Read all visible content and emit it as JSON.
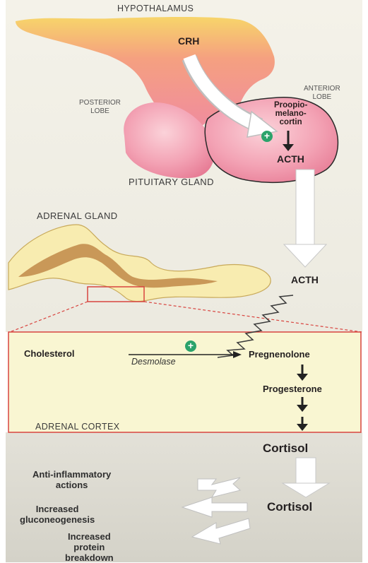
{
  "hypothalamus": "HYPOTHALAMUS",
  "crh": "CRH",
  "posterior_lobe": "POSTERIOR\nLOBE",
  "anterior_lobe": "ANTERIOR\nLOBE",
  "proopiomelanocortin": "Proopio-\nmelano-\ncortin",
  "acth_pituitary": "ACTH",
  "pituitary_gland": "PITUITARY GLAND",
  "adrenal_gland": "ADRENAL GLAND",
  "acth_adrenal": "ACTH",
  "cholesterol": "Cholesterol",
  "desmolase": "Desmolase",
  "pregnenolone": "Pregnenolone",
  "progesterone": "Progesterone",
  "adrenal_cortex": "ADRENAL CORTEX",
  "cortisol_out": "Cortisol",
  "cortisol_target": "Cortisol",
  "effects": [
    "Anti-inflammatory\nactions",
    "Increased\ngluconeogenesis",
    "Increased\nprotein\nbreakdown"
  ],
  "plus_symbol": "+",
  "colors": {
    "pituitary_pink": "#f29bb0",
    "adrenal_yellow": "#f8ecb0",
    "adrenal_medulla": "#c99858",
    "cortex_box": "#f9f6d2",
    "box_border": "#d8443f",
    "plus_green": "#2ba36b"
  }
}
